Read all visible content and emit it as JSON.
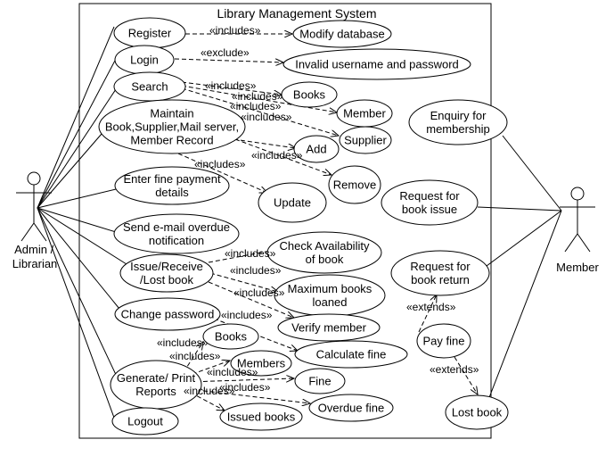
{
  "system": {
    "title": "Library Management System"
  },
  "actors": {
    "admin": {
      "lines": [
        "Admin /",
        "Librarian"
      ]
    },
    "member": {
      "lines": [
        "Member"
      ]
    }
  },
  "use_cases": {
    "register": [
      "Register"
    ],
    "login": [
      "Login"
    ],
    "search": [
      "Search"
    ],
    "maintain": [
      "Maintain",
      "Book,Supplier,Mail server,",
      "Member Record"
    ],
    "enter_fine": [
      "Enter fine payment",
      "details"
    ],
    "send_email": [
      "Send e-mail overdue",
      "notification"
    ],
    "issue_receive": [
      "Issue/Receive",
      "/Lost book"
    ],
    "change_password": [
      "Change password"
    ],
    "generate_print": [
      "Generate/ Print",
      "Reports"
    ],
    "logout": [
      "Logout"
    ],
    "modify_db": [
      "Modify database"
    ],
    "invalid_login": [
      "Invalid username and password"
    ],
    "books_search": [
      "Books"
    ],
    "member_search": [
      "Member"
    ],
    "supplier": [
      "Supplier"
    ],
    "add": [
      "Add"
    ],
    "remove": [
      "Remove"
    ],
    "update": [
      "Update"
    ],
    "check_availability": [
      "Check Availability",
      "of book"
    ],
    "max_books": [
      "Maximum books",
      "loaned"
    ],
    "verify_member": [
      "Verify member"
    ],
    "calculate_fine": [
      "Calculate fine"
    ],
    "books_report": [
      "Books"
    ],
    "members_report": [
      "Members"
    ],
    "fine_report": [
      "Fine"
    ],
    "overdue_fine": [
      "Overdue fine"
    ],
    "issued_books": [
      "Issued books"
    ],
    "enquiry": [
      "Enquiry for",
      "membership"
    ],
    "request_issue": [
      "Request for",
      "book issue"
    ],
    "request_return": [
      "Request for",
      "book return"
    ],
    "pay_fine": [
      "Pay fine"
    ],
    "lost_book": [
      "Lost book"
    ]
  },
  "relation_labels": {
    "includes": "«includes»",
    "exclude": "«exclude»",
    "extends": "«extends»"
  }
}
